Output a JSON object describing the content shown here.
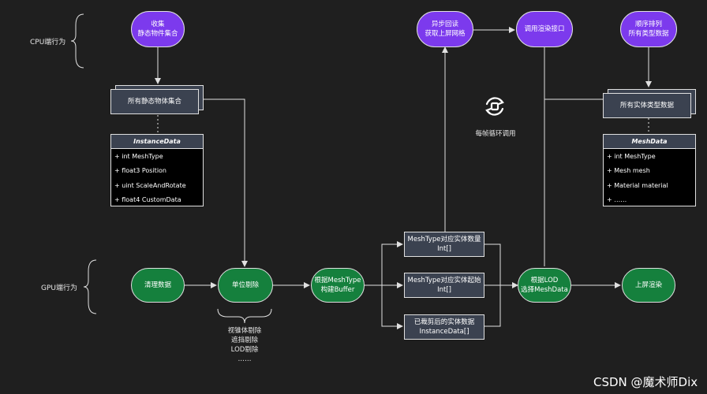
{
  "labels": {
    "cpu": "CPU端行为",
    "gpu": "GPU端行为",
    "loop": "每帧循环调用",
    "watermark": "CSDN @魔术师Dix"
  },
  "nodes": {
    "collect": "收集\n静态物件集合",
    "all_static": "所有静态物体集合",
    "async_read": "异步回读\n获取上屏网格",
    "call_render": "调用渲染接口",
    "sort": "顺序排列\n所有类型数据",
    "all_entity": "所有实体类型数据",
    "clear": "清理数据",
    "cull": "单位剔除",
    "build_buffer": "根据MeshType\n构建Buffer",
    "count_box": "MeshType对应实体数量\nInt[]",
    "start_box": "MeshType对应实体起始\nInt[]",
    "culled_box": "已裁剪后的实体数据\nInstanceData[]",
    "select_lod": "根据LOD\n选择MeshData",
    "present": "上屏渲染"
  },
  "cull_notes": "视锥体剔除\n遮挡剔除\nLOD剔除\n……",
  "instance_table": {
    "title": "InstanceData",
    "rows": [
      "+ int MeshType",
      "+ float3 Position",
      "+ uint ScaleAndRotate",
      "+ float4 CustomData"
    ]
  },
  "mesh_table": {
    "title": "MeshData",
    "rows": [
      "+ int MeshType",
      "+ Mesh mesh",
      "+ Material material",
      "+ ……"
    ]
  },
  "icon": "refresh-icon"
}
